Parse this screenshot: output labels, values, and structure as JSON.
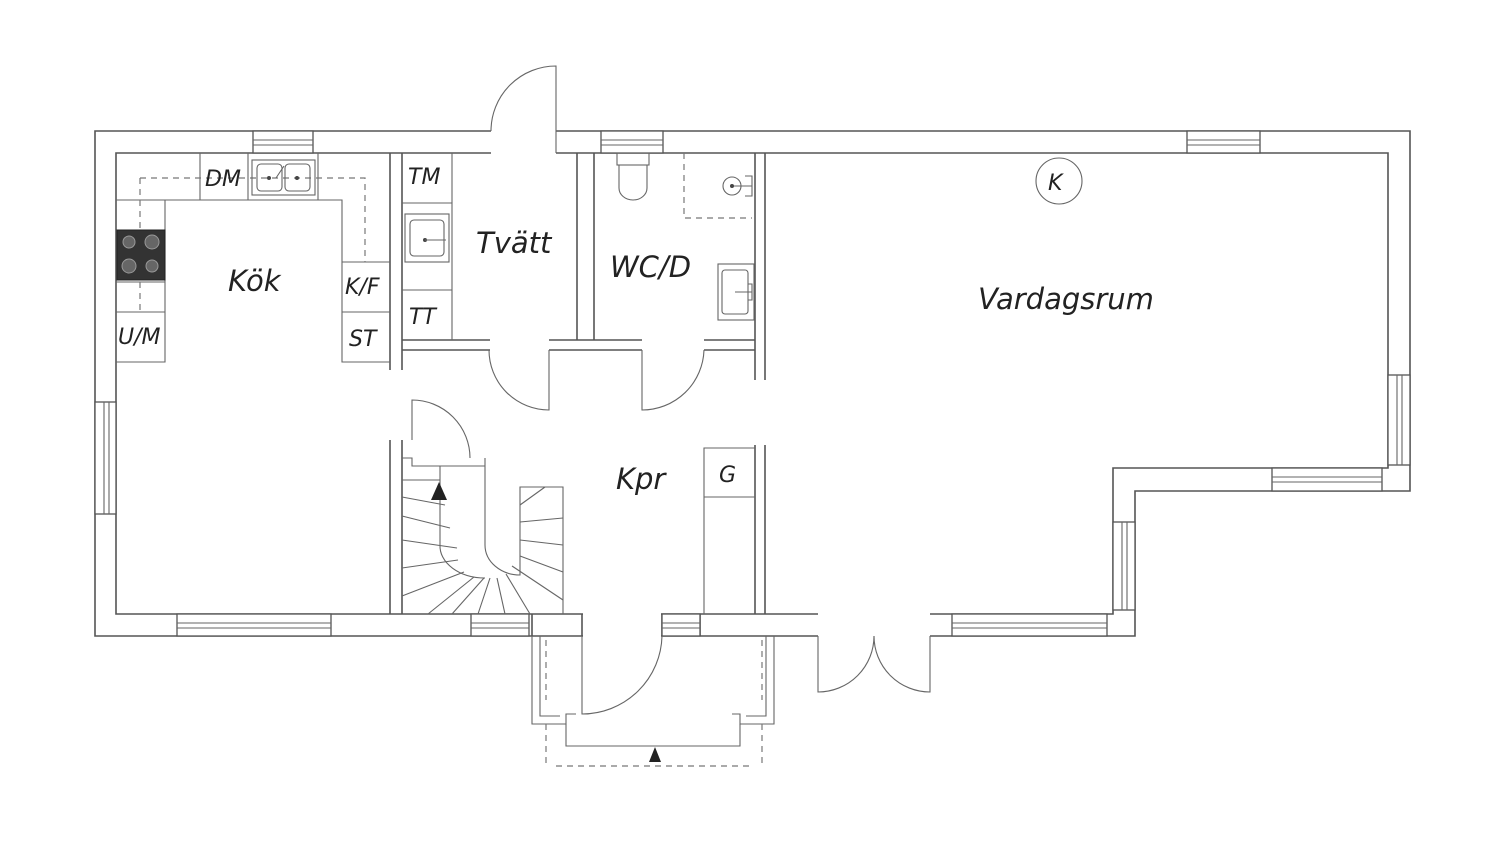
{
  "rooms": {
    "kitchen": "Kök",
    "laundry": "Tvätt",
    "wc": "WC/D",
    "living": "Vardagsrum",
    "corridor": "Kpr"
  },
  "fixtures": {
    "dishwasher": "DM",
    "fridge_freezer": "K/F",
    "storage_kitchen": "ST",
    "oven_microwave": "U/M",
    "washing_machine": "TM",
    "tumble_dryer": "TT",
    "wardrobe": "G",
    "fireplace": "K"
  },
  "colors": {
    "line": "#555555",
    "background": "#ffffff"
  }
}
